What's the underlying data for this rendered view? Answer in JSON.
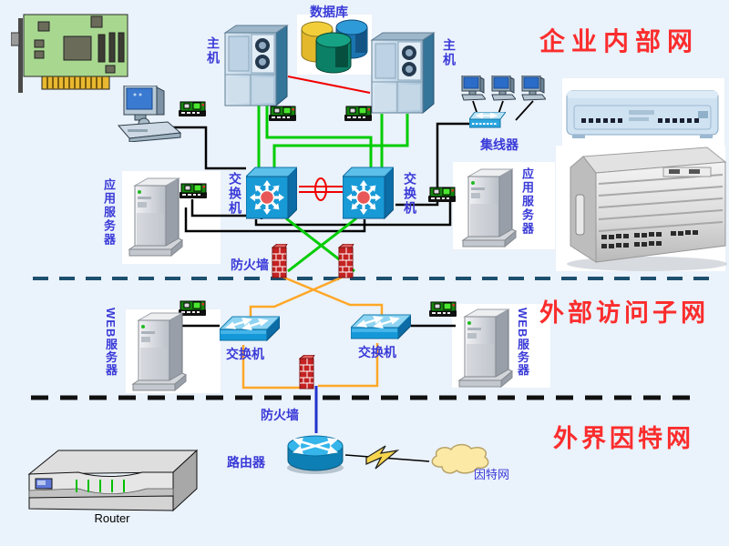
{
  "titles": {
    "internal": "企业内部网",
    "external_access": "外部访问子网",
    "outside_internet": "外界因特网"
  },
  "labels": {
    "database": "数据库",
    "host_left": "主机",
    "host_right": "主机",
    "hub": "集线器",
    "app_server_left": "应用服务器",
    "app_server_right": "应用服务器",
    "core_switch_left": "交换机",
    "core_switch_right": "交换机",
    "firewall_core": "防火墙",
    "web_server_left": "WEB服务器",
    "web_server_right": "WEB服务器",
    "dmz_switch_left": "交换机",
    "dmz_switch_right": "交换机",
    "firewall_dmz": "防火墙",
    "router": "路由器",
    "router_box": "Router",
    "internet_cloud": "因特网"
  },
  "colors": {
    "background": "#eaf2fb",
    "title_red": "#fb2d2d",
    "label_blue": "#3a3ad8",
    "line_green": "#00cc00",
    "line_red": "#f00000",
    "line_orange": "#ffa726",
    "line_black": "#000000",
    "line_blue": "#2233cc",
    "divider_navy": "#1d4f6e",
    "divider_black": "#101010",
    "switch_blue": "#189ad6",
    "firewall_red": "#c42222"
  }
}
